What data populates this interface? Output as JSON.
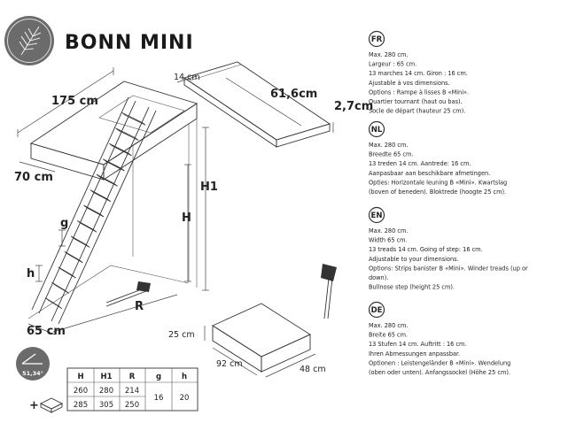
{
  "product_title": "BONN MINI",
  "dimensions": {
    "width_175": "175 cm",
    "depth_70": "70 cm",
    "width_65": "65 cm",
    "label_g": "g",
    "label_h": "h",
    "label_H": "H",
    "label_H1": "H1",
    "label_R": "R",
    "tread_14": "14 cm",
    "tread_616": "61,6cm",
    "tread_27": "2,7cm",
    "block_25": "25 cm",
    "block_92": "92 cm",
    "block_48": "48 cm"
  },
  "angle_badge": "51,34°",
  "languages": [
    {
      "code": "FR",
      "lines": [
        "Max. 280 cm.",
        "Largeur : 65 cm.",
        "13 marches 14 cm. Giron : 16 cm.",
        "Ajustable à vos dimensions.",
        "Options : Rampe à lisses B «Mini».",
        "Quartier tournant (haut ou bas).",
        "Socle de départ (hauteur 25 cm)."
      ]
    },
    {
      "code": "NL",
      "lines": [
        "Max. 280 cm.",
        "Breedte 65 cm.",
        "13 treden 14 cm. Aantrede: 16 cm.",
        "Aanpasbaar aan beschikbare afmetingen.",
        "Opties: Horizontale leuning B «Mini». Kwartslag",
        "(boven of beneden). Bloktrede (hoogte 25 cm)."
      ]
    },
    {
      "code": "EN",
      "lines": [
        "Max. 280 cm.",
        "Width 65 cm.",
        "13 treads 14 cm. Going of step: 16 cm.",
        "Adjustable to your dimensions.",
        "Options: Strips banister B «Mini». Winder treads (up or",
        "down).",
        "Bullnose step (height 25 cm)."
      ]
    },
    {
      "code": "DE",
      "lines": [
        "Max. 280 cm.",
        "Breite 65 cm.",
        "13 Stufen 14 cm. Auftritt : 16 cm.",
        "Ihren Abmessungen anpassbar.",
        "Optionen : Leistengeländer B «Mini». Wendelung",
        "(oben oder unten). Anfangssockel (Höhe 25 cm)."
      ]
    }
  ],
  "table": {
    "headers": [
      "H",
      "H1",
      "R",
      "g",
      "h"
    ],
    "rows": [
      [
        "260",
        "280",
        "214"
      ],
      [
        "285",
        "305",
        "250"
      ]
    ],
    "shared": [
      "16",
      "20"
    ]
  },
  "plus_symbol": "+"
}
